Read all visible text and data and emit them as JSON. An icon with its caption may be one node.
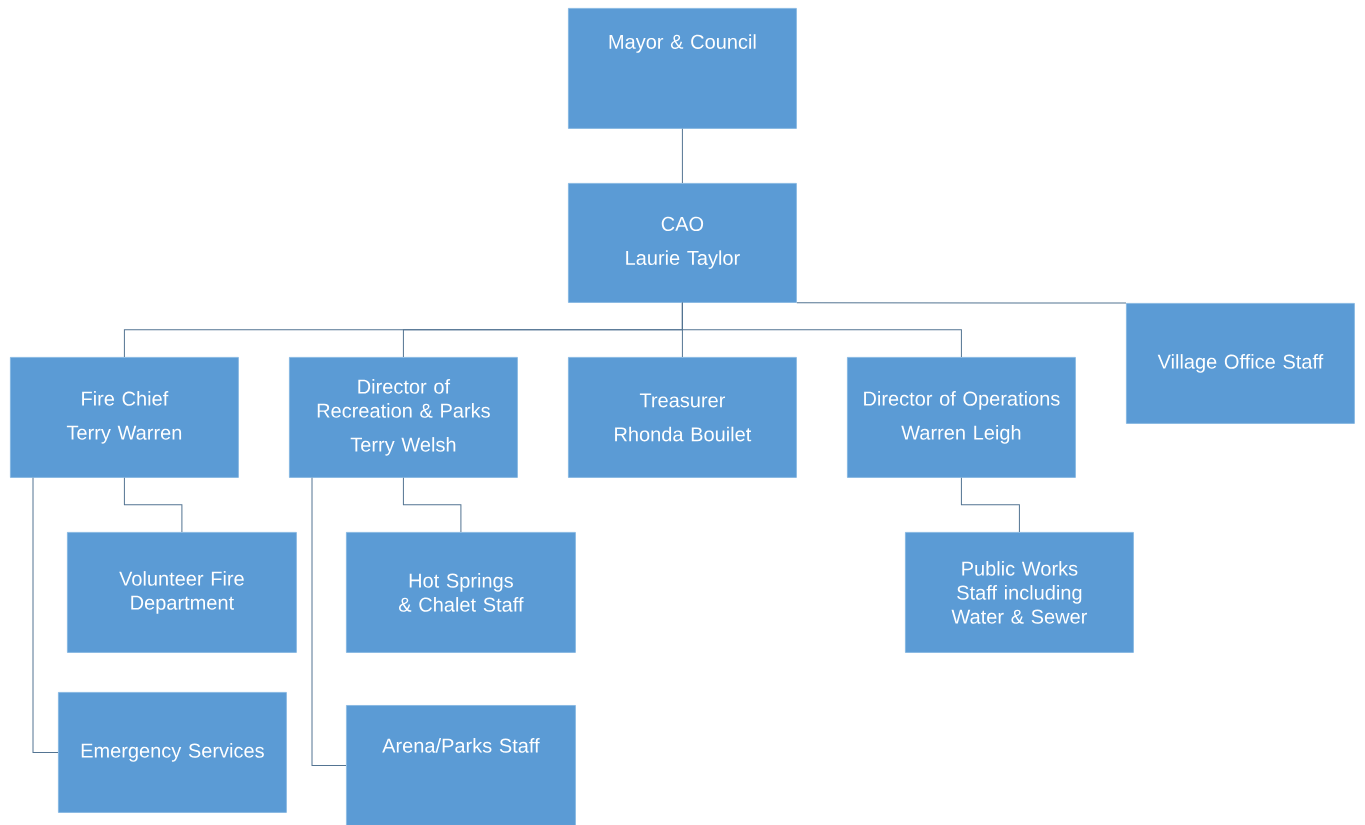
{
  "diagram": {
    "nodes": [
      {
        "text": [
          "Mayor & Council"
        ]
      },
      {
        "text": [
          "CAO",
          "Laurie Taylor"
        ]
      },
      {
        "text": [
          "Fire Chief",
          "Terry Warren"
        ]
      },
      {
        "text": [
          "Director of Recreation & Parks",
          "Terry Welsh"
        ]
      },
      {
        "text": [
          "Treasurer",
          "Rhonda Bouilet"
        ]
      },
      {
        "text": [
          "Director of Operations",
          "Warren Leigh"
        ]
      },
      {
        "text": [
          "Village Office Staff"
        ]
      },
      {
        "text": [
          "Volunteer Fire Department"
        ]
      },
      {
        "text": [
          "Emergency Services"
        ]
      },
      {
        "text": [
          "Hot Springs & Chalet Staff"
        ]
      },
      {
        "text": [
          "Arena/Parks Staff"
        ]
      },
      {
        "text": [
          "Public Works Staff including Water & Sewer"
        ]
      }
    ],
    "edges": [
      {
        "from": 0,
        "to": 1,
        "arrow": "none"
      },
      {
        "from": 1,
        "to": 2,
        "arrow": "none"
      },
      {
        "from": 1,
        "to": 3,
        "arrow": "none"
      },
      {
        "from": 1,
        "to": 4,
        "arrow": "none"
      },
      {
        "from": 1,
        "to": 5,
        "arrow": "none"
      },
      {
        "from": 1,
        "to": 6,
        "arrow": "none"
      },
      {
        "from": 2,
        "to": 7,
        "arrow": "none"
      },
      {
        "from": 2,
        "to": 8,
        "arrow": "none"
      },
      {
        "from": 3,
        "to": 9,
        "arrow": "none"
      },
      {
        "from": 3,
        "to": 10,
        "arrow": "none"
      },
      {
        "from": 5,
        "to": 11,
        "arrow": "none"
      }
    ]
  }
}
